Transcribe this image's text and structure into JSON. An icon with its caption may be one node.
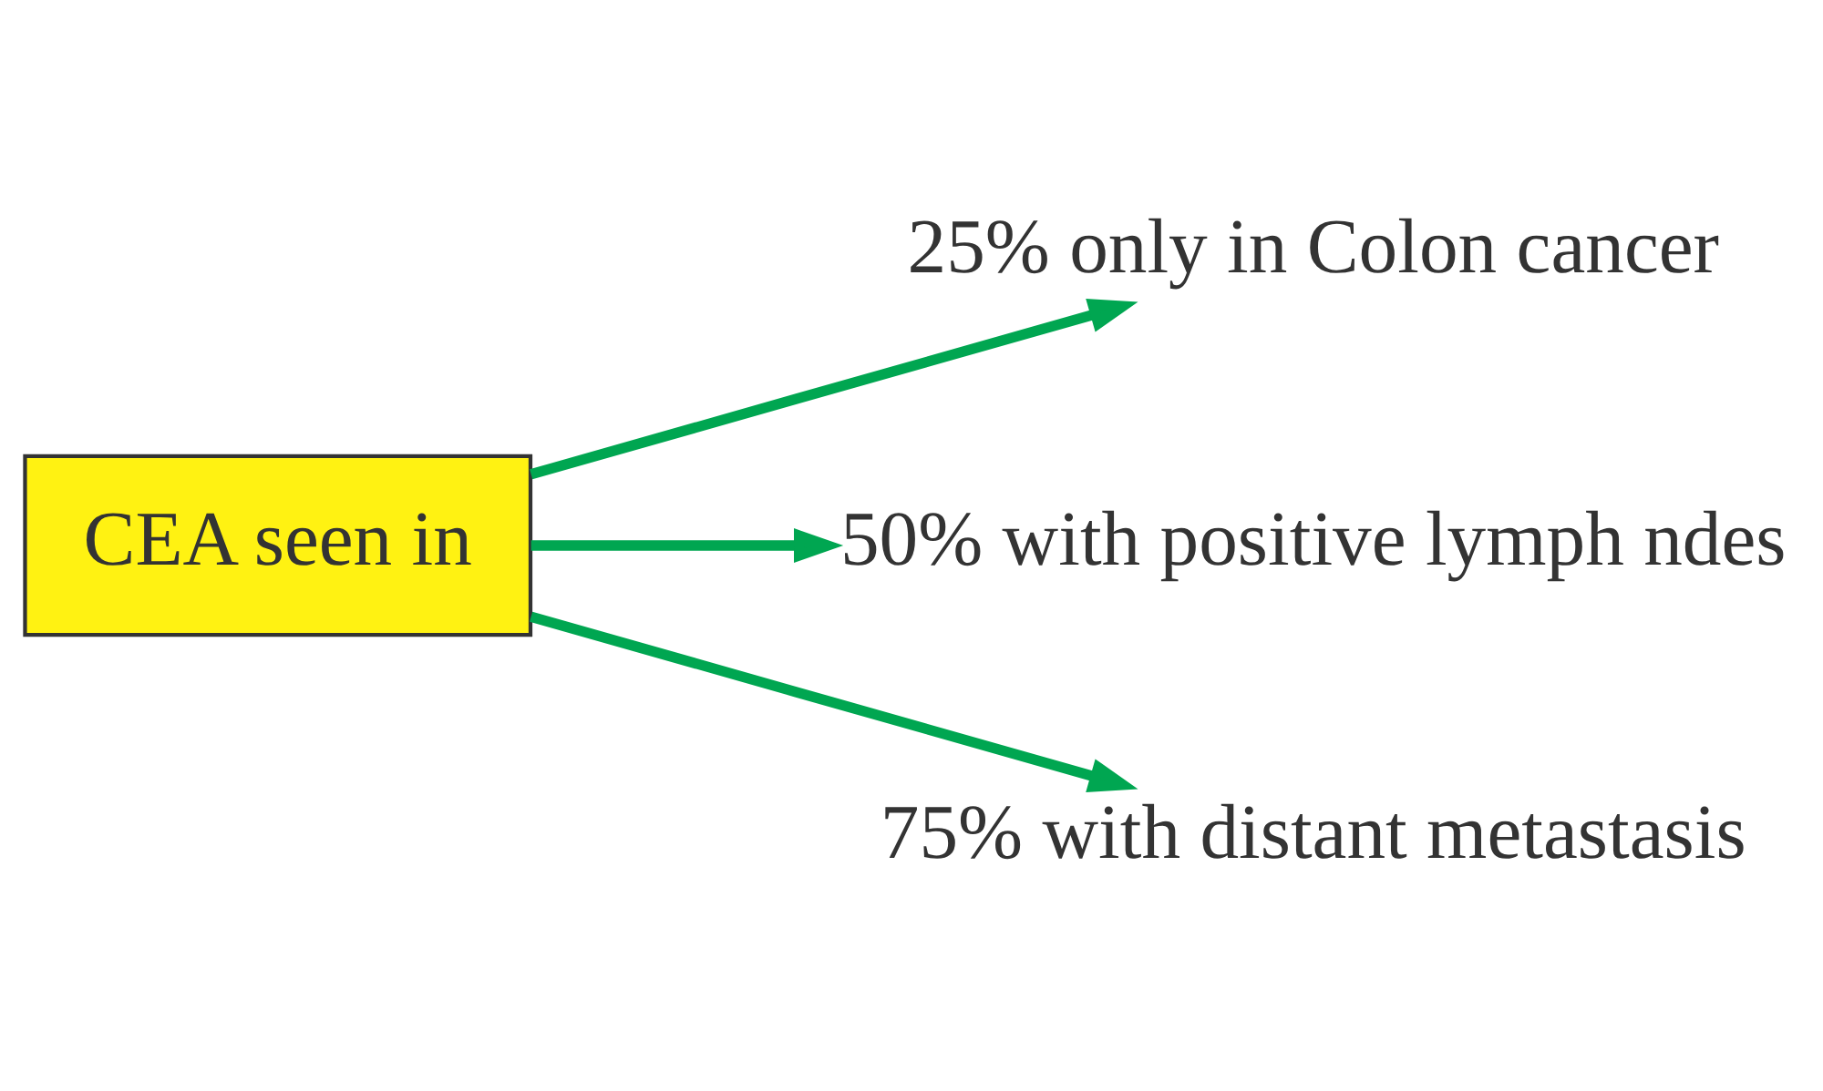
{
  "diagram": {
    "nodes": [
      {
        "text": [
          "CEA seen in"
        ]
      },
      {
        "text": [
          "25% only in Colon cancer"
        ]
      },
      {
        "text": [
          "50% with positive lymph ndes"
        ]
      },
      {
        "text": [
          "75% with distant metastasis"
        ]
      }
    ],
    "edges": [
      {
        "from": 0,
        "to": 1,
        "arrow": "to"
      },
      {
        "from": 0,
        "to": 2,
        "arrow": "to"
      },
      {
        "from": 0,
        "to": 3,
        "arrow": "to"
      }
    ]
  }
}
